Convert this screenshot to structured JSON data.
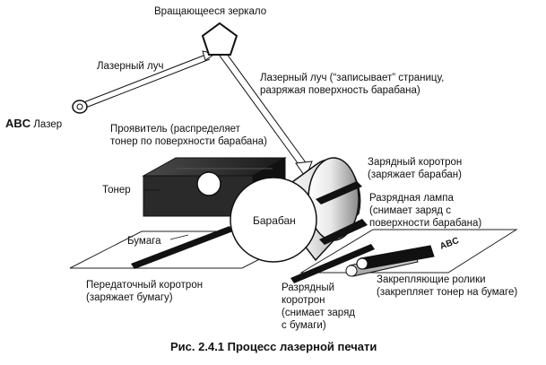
{
  "labels": {
    "mirror": "Вращающееся зеркало",
    "laser_beam": "Лазерный луч",
    "laser_beam_write": [
      "Лазерный луч (“записывает” страницу,",
      "разряжая поверхность барабана)"
    ],
    "laser_brand": "ABC",
    "laser": "Лазер",
    "developer": [
      "Проявитель (распределяет",
      "тонер по поверхности барабана)"
    ],
    "charge_corotron": [
      "Зарядный коротрон",
      "(заряжает барабан)"
    ],
    "toner": "Тонер",
    "drum": "Барабан",
    "discharge_lamp": [
      "Разрядная лампа",
      "(снимает заряд с",
      "поверхности барабана)"
    ],
    "paper": "Бумага",
    "transfer_corotron": [
      "Передаточный коротрон",
      "(заряжает бумагу)"
    ],
    "discharge_corotron": [
      "Разрядный",
      "коротрон",
      "(снимает заряд",
      "с бумаги)"
    ],
    "fuser_rollers": [
      "Закрепляющие ролики",
      "(закрепляет тонер на бумаге)"
    ],
    "paper_stamp": "ABC"
  },
  "caption": "Рис. 2.4.1 Процесс лазерной печати"
}
